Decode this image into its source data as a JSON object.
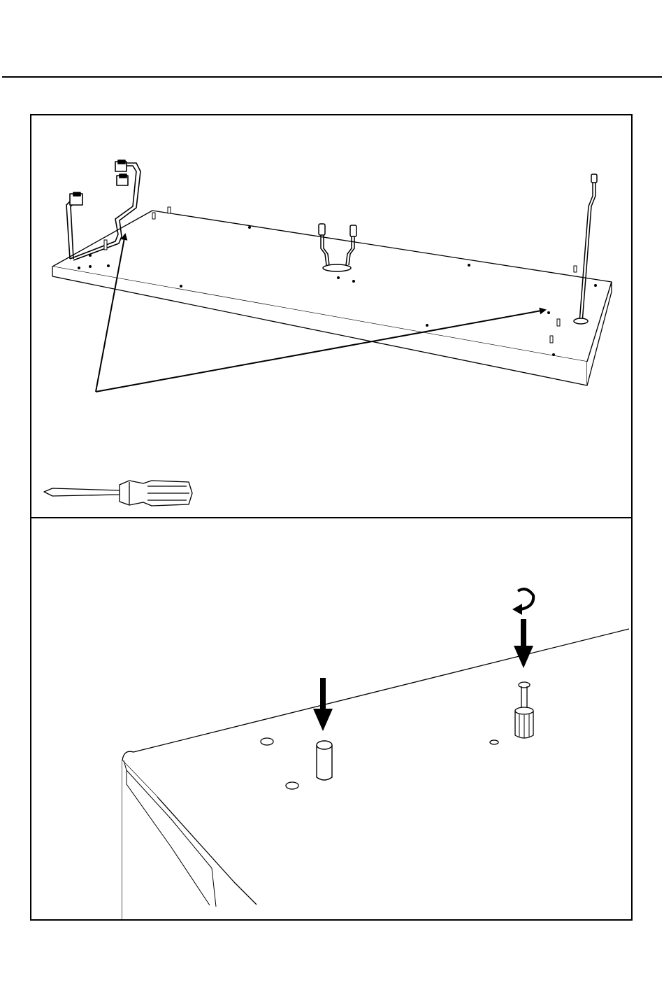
{
  "document": {
    "type": "assembly-instructions-page",
    "steps": [
      {
        "panel": "top",
        "illustration": "board-with-wire-frames",
        "callout_arrows": 2,
        "tool_icon": "screwdriver-icon"
      },
      {
        "panel": "bottom",
        "illustration": "board-corner-closeup",
        "fasteners": [
          "dowel",
          "cam-bolt"
        ],
        "action_icons": [
          "down-arrow-icon",
          "down-arrow-icon",
          "rotate-icon"
        ]
      }
    ],
    "colors": {
      "ink": "#000000",
      "paper": "#ffffff"
    }
  }
}
